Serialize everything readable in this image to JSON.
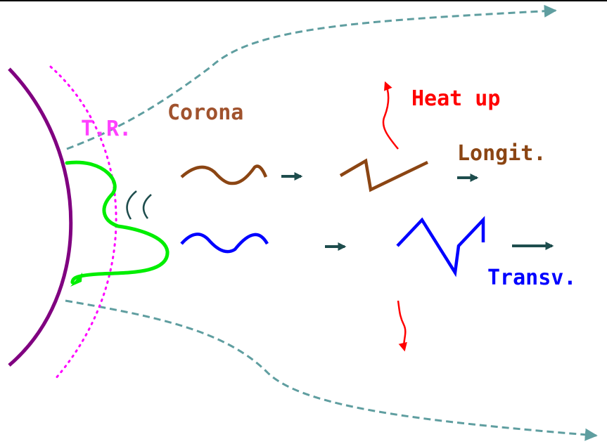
{
  "labels": {
    "tr": "T.R.",
    "corona": "Corona",
    "heat_up": "Heat up",
    "longit": "Longit.",
    "transv": "Transv."
  },
  "colors": {
    "photosphere": "#800080",
    "transition_region": "#ff00ff",
    "field_lines": "#5f9ea0",
    "driver": "#00ee00",
    "longitudinal_wave": "#8b4513",
    "transverse_wave": "#0000ff",
    "arrows": "#1e4d4d",
    "heating": "#ff0000",
    "corona_label": "#a0522d",
    "transverse_label": "#0000ff",
    "tr_label": "#ff40ff",
    "heat_label": "#ff0000",
    "longit_label": "#8b4513"
  }
}
